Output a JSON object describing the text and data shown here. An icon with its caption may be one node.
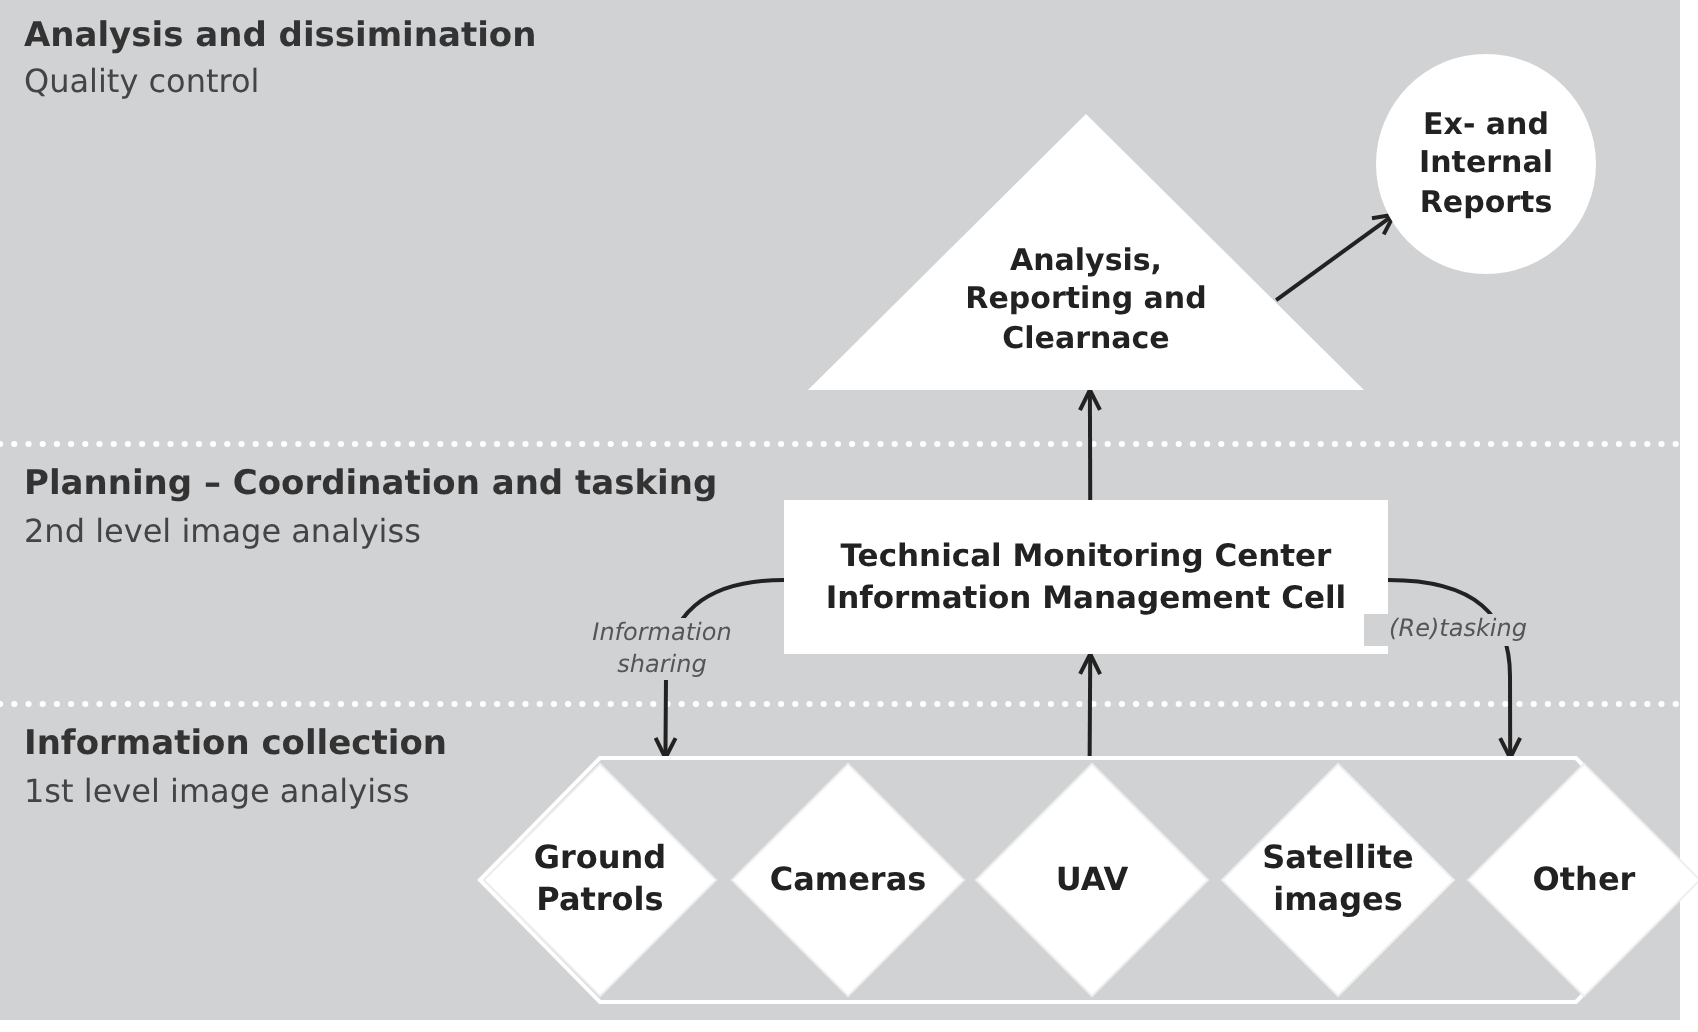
{
  "diagram": {
    "nodes": [
      {
        "text": [
          "Analysis, Reporting and Clearnace"
        ]
      },
      {
        "text": [
          "Ex- and Internal Reports"
        ]
      },
      {
        "text": [
          "Technical Monitoring Center Information Management Cell"
        ]
      },
      {
        "text": [],
        "shape": "band"
      },
      {
        "text": [
          "Ground Patrols"
        ],
        "in": 3
      },
      {
        "text": [
          "Cameras"
        ],
        "in": 3
      },
      {
        "text": [
          "UAV"
        ],
        "in": 3
      },
      {
        "text": [
          "Satellite images"
        ],
        "in": 3
      },
      {
        "text": [
          "Other"
        ],
        "in": 3
      }
    ],
    "edges": [
      {
        "from": 3,
        "to": 2,
        "arrow": "to"
      },
      {
        "from": 2,
        "to": 0,
        "arrow": "to"
      },
      {
        "from": 0,
        "to": 1,
        "arrow": "to"
      },
      {
        "from": 2,
        "to": 3,
        "arrow": "to",
        "label": "Information sharing"
      },
      {
        "from": 2,
        "to": 3,
        "arrow": "to",
        "label": "(Re)tasking"
      }
    ],
    "labels": [
      "Analysis and dissimination",
      "Quality control",
      "Planning – Coordination and tasking",
      "2nd level image analyiss",
      "Information collection",
      "1st level image analyiss"
    ]
  }
}
